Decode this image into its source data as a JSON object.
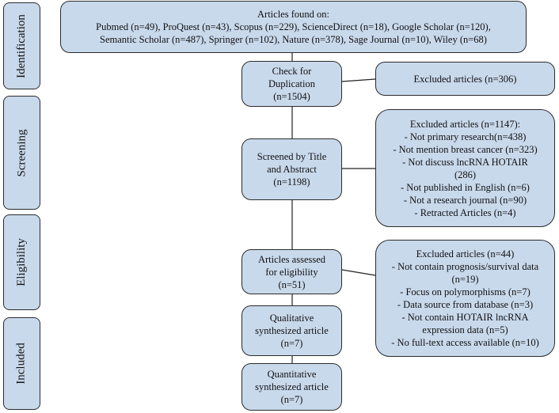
{
  "stages": [
    {
      "label": "Identification"
    },
    {
      "label": "Screening"
    },
    {
      "label": "Eligibility"
    },
    {
      "label": "Included"
    }
  ],
  "boxes": {
    "sources": {
      "lines": [
        "Articles found on:",
        "Pubmed (n=49), ProQuest (n=43), Scopus (n=229), ScienceDirect (n=18), Google Scholar (n=120),",
        "Semantic Scholar (n=487), Springer (n=102), Nature (n=378), Sage Journal (n=10), Wiley (n=68)"
      ]
    },
    "duplication": {
      "lines": [
        "Check for",
        "Duplication",
        "(n=1504)"
      ]
    },
    "excluded_duplicates": {
      "lines": [
        "Excluded articles (n=306)"
      ]
    },
    "screened": {
      "lines": [
        "Screened by Title",
        "and Abstract",
        "(n=1198)"
      ]
    },
    "excluded_screening": {
      "lines": [
        "Excluded articles  (n=1147):",
        "- Not primary research(n=438)",
        "- Not mention breast cancer (n=323)",
        "- Not discuss lncRNA HOTAIR",
        "(286)",
        "- Not published in English (n=6)",
        "- Not a research journal (n=90)",
        "- Retracted Articles (n=4)"
      ]
    },
    "eligibility": {
      "lines": [
        "Articles assessed",
        "for eligibility",
        "(n=51)"
      ]
    },
    "excluded_eligibility": {
      "lines": [
        "Excluded articles (n=44)",
        "- Not contain prognosis/survival data",
        "(n=19)",
        "- Focus on polymorphisms (n=7)",
        "- Data source from database (n=3)",
        "- Not contain HOTAIR lncRNA",
        "expression data (n=5)",
        "- No full-text access available (n=10)"
      ]
    },
    "qualitative": {
      "lines": [
        "Qualitative",
        "synthesized article",
        "(n=7)"
      ]
    },
    "quantitative": {
      "lines": [
        "Quantitative",
        "synthesized article",
        "(n=7)"
      ]
    }
  },
  "colors": {
    "box_fill": "#c9d9ec",
    "border": "#2b2b2b"
  }
}
